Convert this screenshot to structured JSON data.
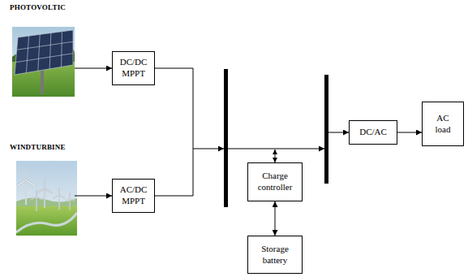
{
  "diagram": {
    "nodes": [
      {
        "text": [
          "PHOTOVOLTIC"
        ]
      },
      {
        "text": [
          "DC/DC MPPT"
        ]
      },
      {
        "text": [
          "WINDTURBINE"
        ]
      },
      {
        "text": [
          "AC/DC MPPT"
        ]
      },
      {
        "text": [
          "Charge controller"
        ]
      },
      {
        "text": [
          "Storage battery"
        ]
      },
      {
        "text": [
          "DC/AC"
        ]
      },
      {
        "text": [
          "AC load"
        ]
      }
    ],
    "edges": [
      {
        "from": 0,
        "to": 1,
        "arrow": "to"
      },
      {
        "from": 2,
        "to": 3,
        "arrow": "to"
      },
      {
        "from": 4,
        "to": 5,
        "arrow": "both"
      },
      {
        "from": 6,
        "to": 7,
        "arrow": "to"
      }
    ]
  }
}
